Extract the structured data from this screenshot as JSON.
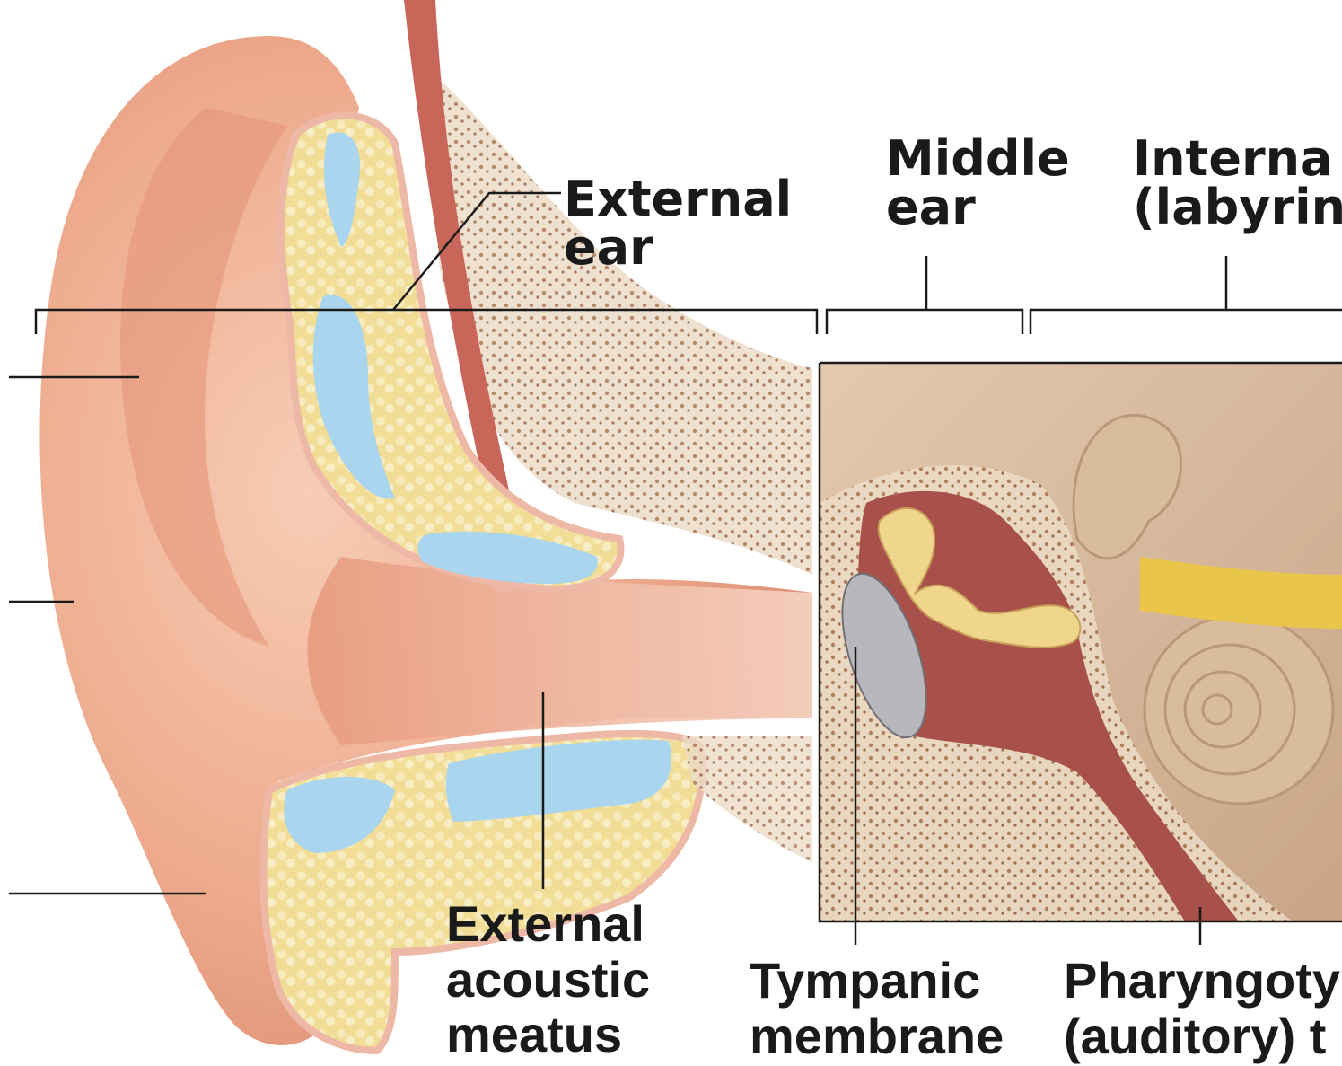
{
  "labels": {
    "external_ear": [
      "External",
      "ear"
    ],
    "middle_ear": [
      "Middle",
      "ear"
    ],
    "internal_ear": [
      "Interna",
      "(labyrin"
    ],
    "external_acoustic_meatus": [
      "External",
      "acoustic",
      "meatus"
    ],
    "tympanic_membrane": [
      "Tympanic",
      "membrane"
    ],
    "pharyngotympanic_tube": [
      "Pharyngoty",
      "(auditory) t"
    ]
  },
  "colors": {
    "skin": "#f0b49a",
    "skin_dark": "#d9876c",
    "cartilage_fat": "#f3e3a0",
    "cartilage_blue": "#a9d6ee",
    "bone": "#eadbc6",
    "muscle": "#c8665a",
    "ossicles": "#f0d58c",
    "cavity": "#a8504a",
    "nerve": "#e9c64a",
    "line": "#1a1a1a"
  }
}
